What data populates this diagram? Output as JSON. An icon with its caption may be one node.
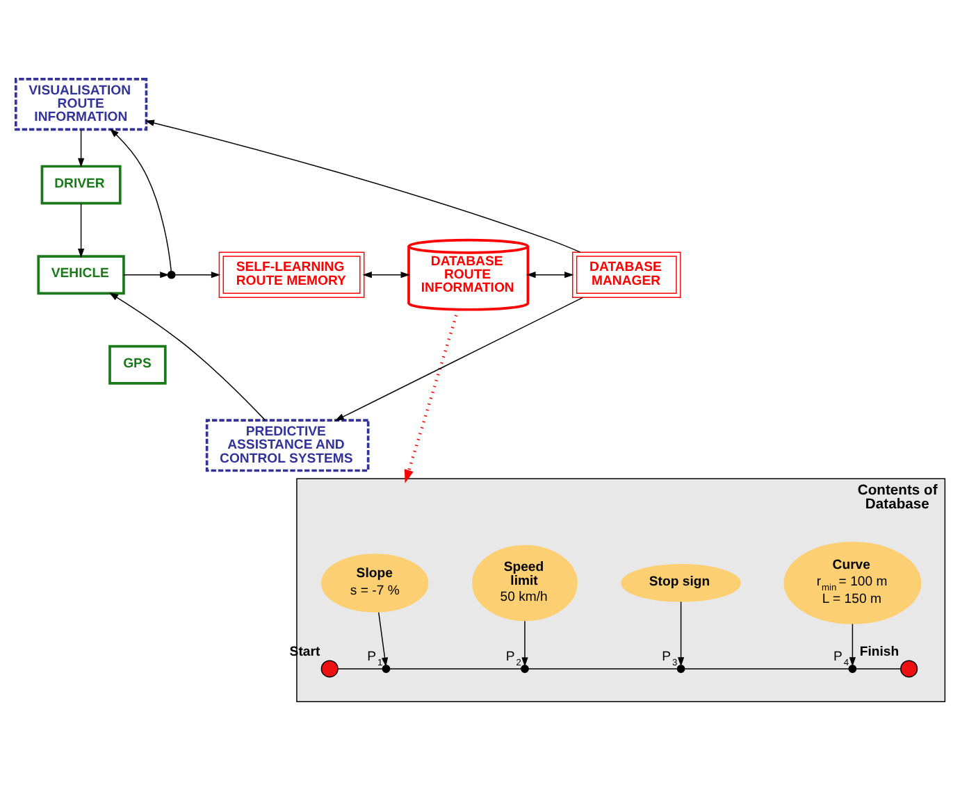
{
  "diagram": {
    "nodes": [
      {
        "text": [
          "VISUALISATION ROUTE INFORMATION"
        ]
      },
      {
        "text": [
          "DRIVER"
        ]
      },
      {
        "text": [
          "VEHICLE"
        ]
      },
      {
        "text": [
          "GPS"
        ]
      },
      {
        "text": [],
        "shape": "circle"
      },
      {
        "text": [
          "SELF-LEARNING ROUTE MEMORY"
        ]
      },
      {
        "text": [
          "DATABASE ROUTE INFORMATION"
        ]
      },
      {
        "text": [
          "DATABASE MANAGER"
        ]
      },
      {
        "text": [
          "PREDICTIVE ASSISTANCE AND CONTROL SYSTEMS"
        ]
      },
      {
        "text": [
          "Contents of Database"
        ]
      },
      {
        "text": [
          "Slope",
          "s = -7 %"
        ],
        "in": 9
      },
      {
        "text": [
          "Speed limit",
          "50 km/h"
        ],
        "in": 9
      },
      {
        "text": [
          "Stop sign"
        ],
        "in": 9
      },
      {
        "text": [
          "Curve",
          "r$_{min}$ = 100 m",
          "L = 150 m"
        ],
        "in": 9
      },
      {
        "text": [],
        "shape": "circle",
        "in": 9,
        "beside": [
          "Start"
        ]
      },
      {
        "text": [],
        "shape": "circle",
        "in": 9,
        "beside": [
          "P$_{1}$"
        ]
      },
      {
        "text": [],
        "shape": "circle",
        "in": 9,
        "beside": [
          "P$_{2}$"
        ]
      },
      {
        "text": [],
        "shape": "circle",
        "in": 9,
        "beside": [
          "P$_{3}$"
        ]
      },
      {
        "text": [],
        "shape": "circle",
        "in": 9,
        "beside": [
          "P$_{4}$"
        ]
      },
      {
        "text": [],
        "shape": "circle",
        "in": 9,
        "beside": [
          "Finish"
        ]
      }
    ],
    "edges": [
      {
        "from": 0,
        "to": 1,
        "arrow": "to"
      },
      {
        "from": 1,
        "to": 2,
        "arrow": "to"
      },
      {
        "from": 2,
        "to": 4,
        "arrow": "to"
      },
      {
        "from": 4,
        "to": 0,
        "arrow": "to"
      },
      {
        "from": 4,
        "to": 5,
        "arrow": "to"
      },
      {
        "from": 5,
        "to": 6,
        "arrow": "both"
      },
      {
        "from": 6,
        "to": 7,
        "arrow": "both"
      },
      {
        "from": 7,
        "to": 0,
        "arrow": "to"
      },
      {
        "from": 7,
        "to": 8,
        "arrow": "to"
      },
      {
        "from": 8,
        "to": 2,
        "arrow": "to"
      },
      {
        "from": 6,
        "to": 9,
        "arrow": "to",
        "style": "dashed",
        "color": "#ff0000"
      },
      {
        "from": 10,
        "to": 15,
        "arrow": "to"
      },
      {
        "from": 11,
        "to": 16,
        "arrow": "to"
      },
      {
        "from": 12,
        "to": 17,
        "arrow": "to"
      },
      {
        "from": 13,
        "to": 18,
        "arrow": "to"
      },
      {
        "from": 14,
        "to": 15,
        "arrow": "none"
      },
      {
        "from": 15,
        "to": 16,
        "arrow": "none"
      },
      {
        "from": 16,
        "to": 17,
        "arrow": "none"
      },
      {
        "from": 17,
        "to": 18,
        "arrow": "none"
      },
      {
        "from": 18,
        "to": 19,
        "arrow": "none"
      }
    ]
  }
}
